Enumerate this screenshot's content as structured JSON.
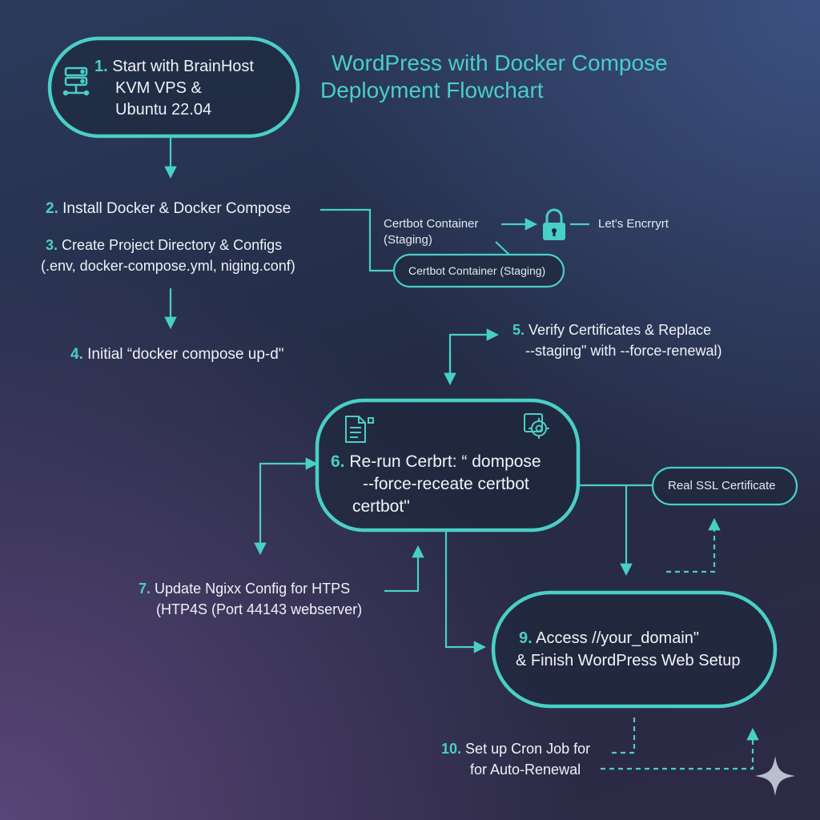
{
  "title": {
    "line1": "WordPress with Docker Compose",
    "line2": "Deployment Flowchart"
  },
  "steps": {
    "s1": {
      "num": "1.",
      "line1": "Start with BrainHost",
      "line2": "KVM VPS &",
      "line3": "Ubuntu 22.04"
    },
    "s2": {
      "num": "2.",
      "text": "Install Docker & Docker Compose"
    },
    "s3": {
      "num": "3.",
      "line1": "Create Project Directory & Configs",
      "line2": "(.env, docker-compose.yml, niging.conf)"
    },
    "s4": {
      "num": "4.",
      "text": "Initial “docker compose up-d\""
    },
    "s5": {
      "num": "5.",
      "line1": "Verify Certificates & Replace",
      "line2": "--staging\" with --force-renewal)"
    },
    "s6": {
      "num": "6.",
      "line1": "Re-run Cerbrt: “ dompose",
      "line2": "--force-receate  certbot",
      "line3": "certbot\""
    },
    "s7": {
      "num": "7.",
      "line1": "Update Ngixx Config for HTPS",
      "line2": "(HTP4S (Port 44143 webserver)"
    },
    "s9": {
      "num": "9.",
      "line1": "Access //your_domain\"",
      "line2": "& Finish WordPress Web Setup"
    },
    "s10": {
      "num": "10.",
      "line1": "Set up Cron Job for",
      "line2": "for Auto-Renewal"
    }
  },
  "certbot": {
    "label_line1": "Certbot Container",
    "label_line2": "(Staging)",
    "pill": "Certbot Container (Staging)",
    "letsencrypt": "Let's Encrryrt"
  },
  "real_ssl": "Real SSL Certificate",
  "colors": {
    "accent": "#49cfc6",
    "text": "#eef2f7",
    "pill_bg": "#1f2a3d"
  },
  "icons": [
    "server-icon",
    "lock-icon",
    "document-icon",
    "gear-icon",
    "sparkle-icon"
  ]
}
